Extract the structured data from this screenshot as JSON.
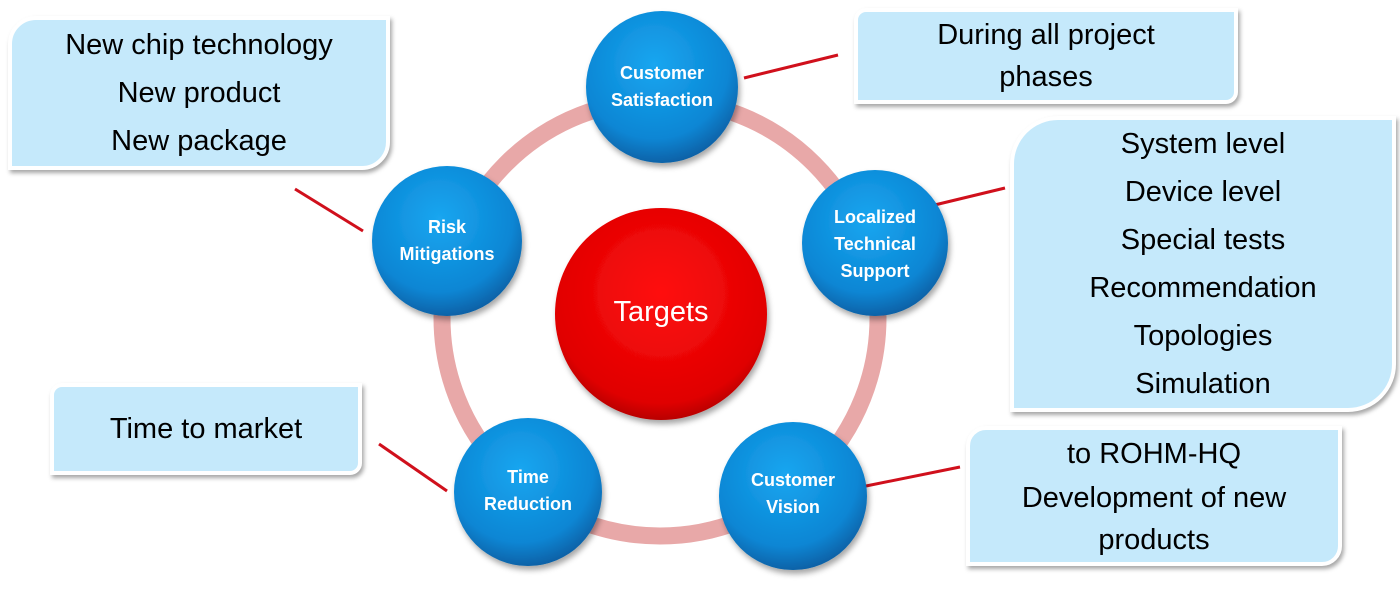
{
  "diagram": {
    "center": {
      "label": "Targets",
      "color": "#e00000"
    },
    "ring_color": "#e8a8a8",
    "connector_color": "#d0101c",
    "node_color": "#0a87d6",
    "box_color": "#c5e9fb",
    "nodes": [
      {
        "id": "customer-satisfaction",
        "lines": [
          "Customer",
          "Satisfaction"
        ]
      },
      {
        "id": "localized-technical-support",
        "lines": [
          "Localized",
          "Technical",
          "Support"
        ]
      },
      {
        "id": "customer-vision",
        "lines": [
          "Customer",
          "Vision"
        ]
      },
      {
        "id": "time-reduction",
        "lines": [
          "Time",
          "Reduction"
        ]
      },
      {
        "id": "risk-mitigations",
        "lines": [
          "Risk",
          "Mitigations"
        ]
      }
    ],
    "boxes": [
      {
        "id": "satisfaction-box",
        "lines": [
          "During all project",
          "phases"
        ]
      },
      {
        "id": "support-box",
        "lines": [
          "System level",
          "Device level",
          "Special tests",
          "Recommendation",
          "Topologies",
          "Simulation"
        ]
      },
      {
        "id": "vision-box",
        "lines": [
          "to ROHM-HQ",
          "Development of new",
          "products"
        ]
      },
      {
        "id": "time-box",
        "lines": [
          "Time to market"
        ]
      },
      {
        "id": "risk-box",
        "lines": [
          "New chip technology",
          "New product",
          "New package"
        ]
      }
    ]
  }
}
